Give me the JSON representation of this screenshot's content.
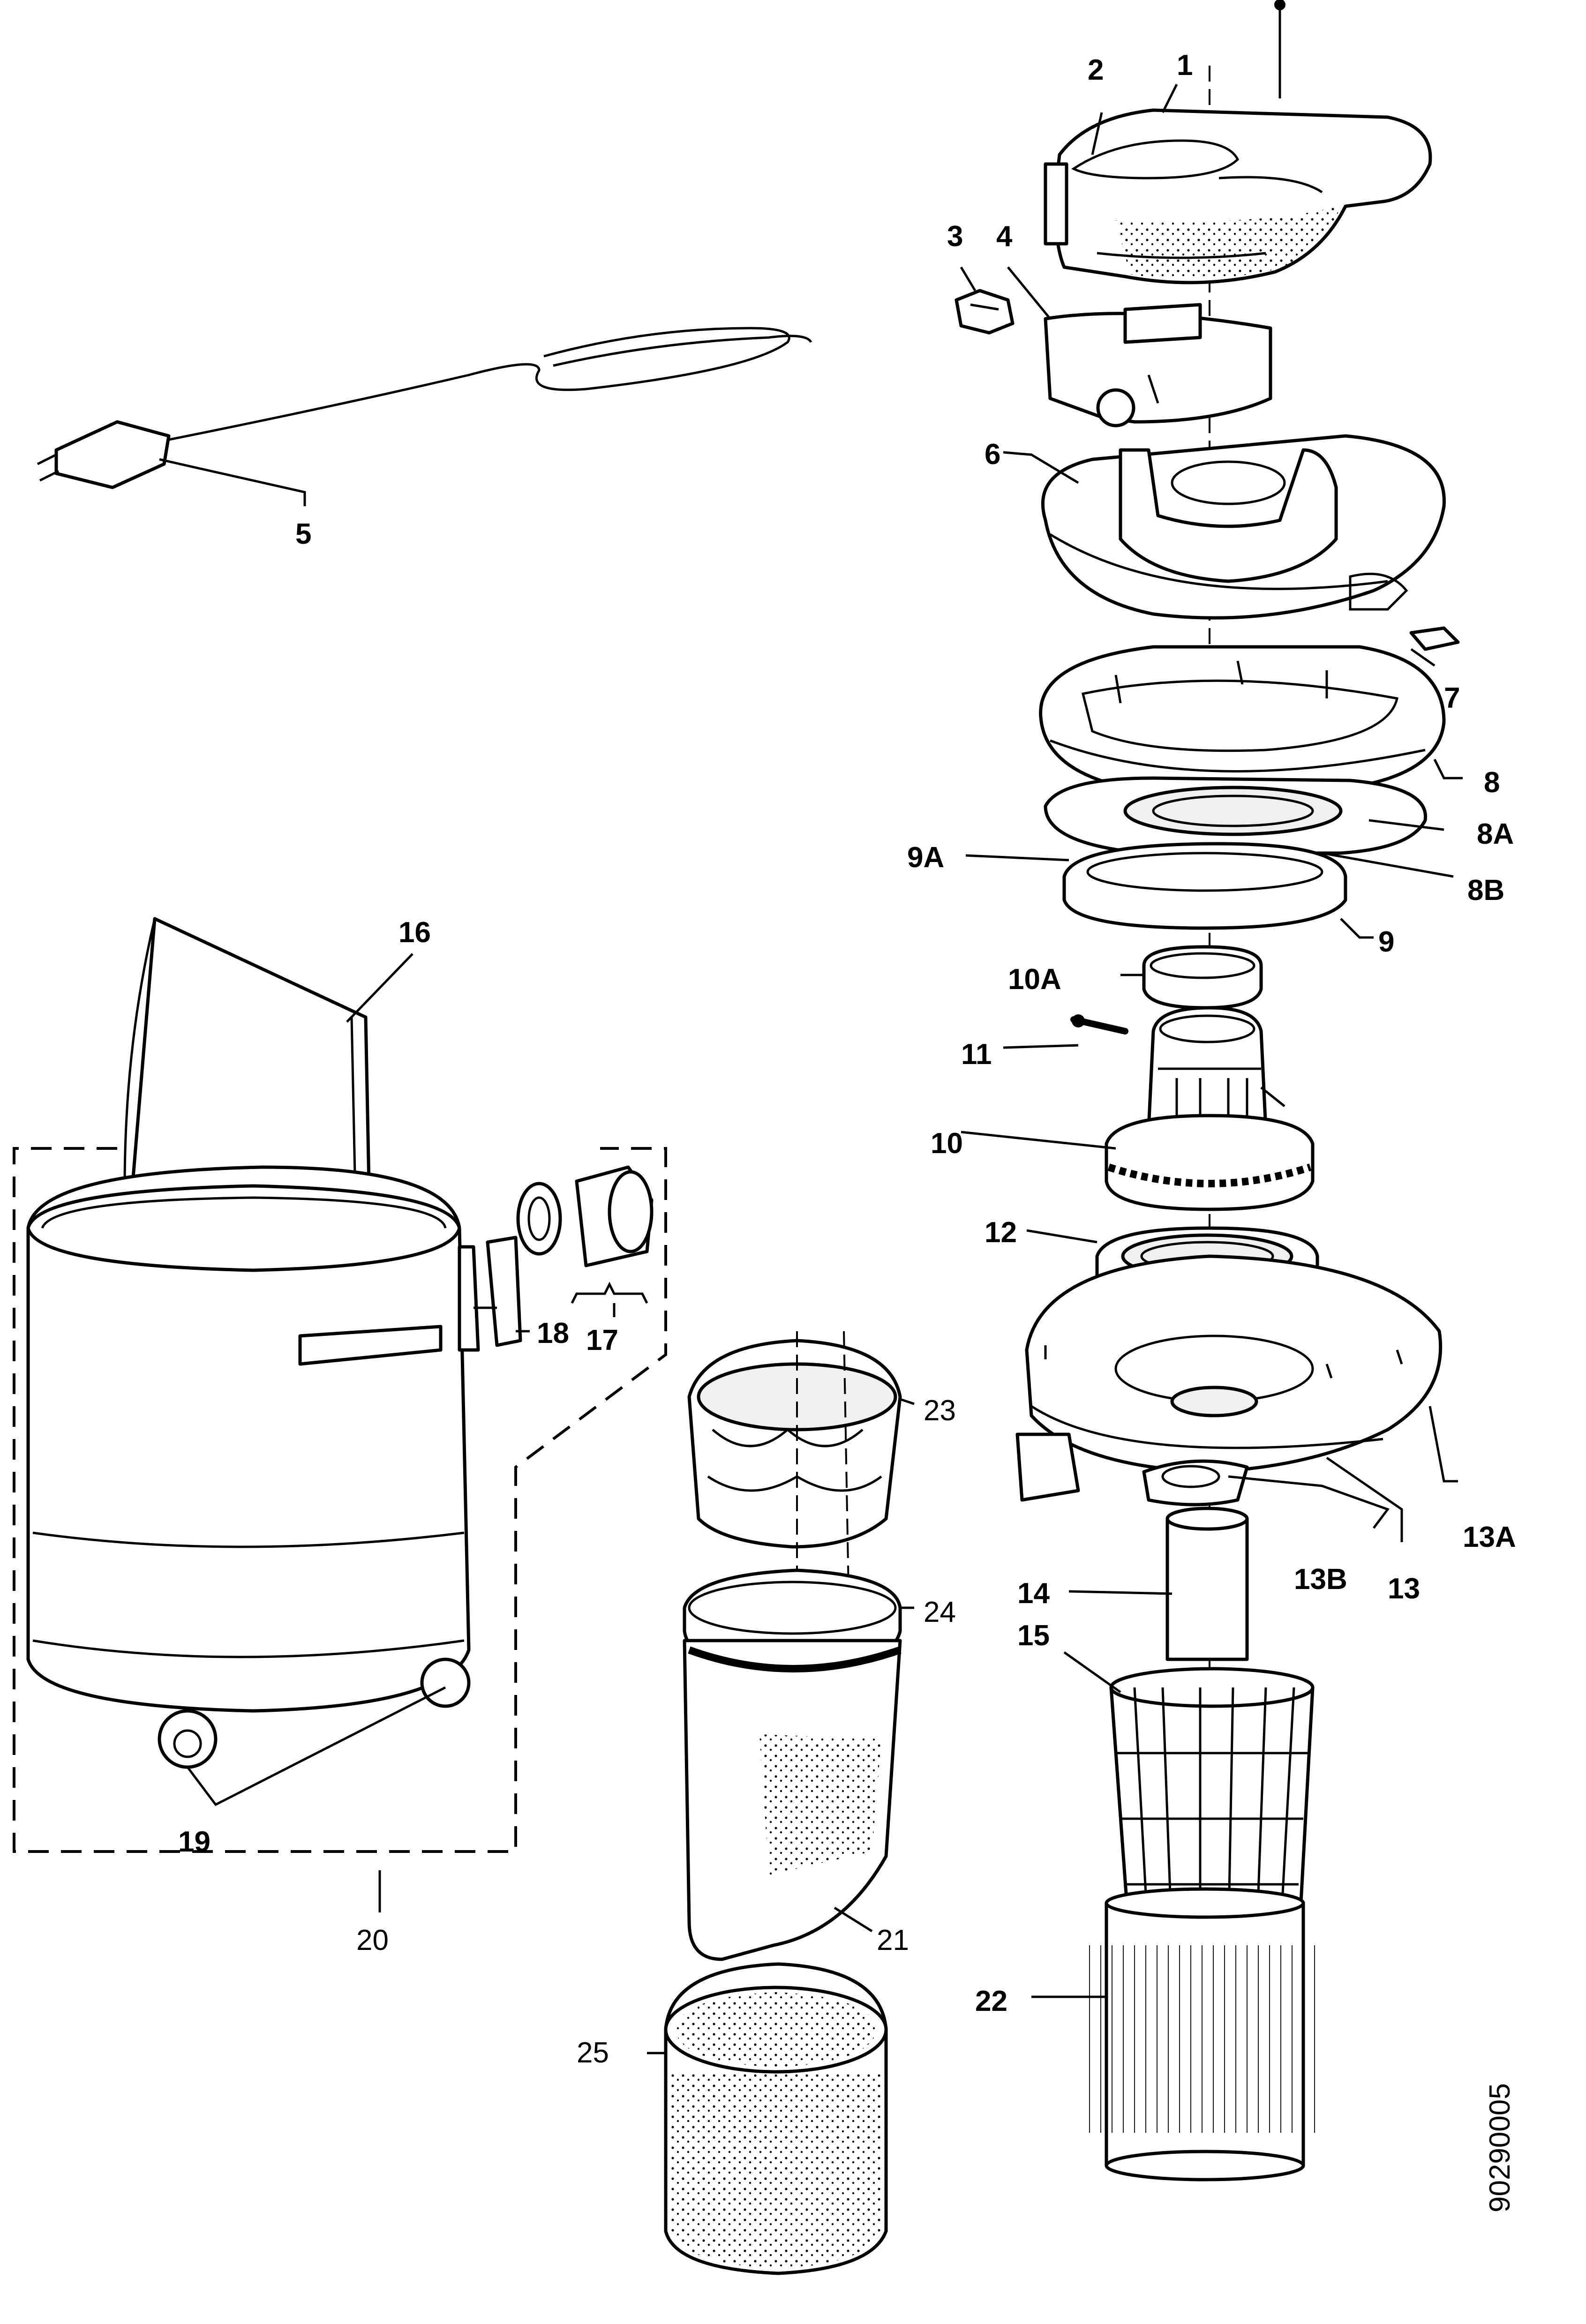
{
  "diagram": {
    "drawing_number": "90290005",
    "callouts": {
      "c1": "1",
      "c2": "2",
      "c3": "3",
      "c4": "4",
      "c5": "5",
      "c6": "6",
      "c7": "7",
      "c8": "8",
      "c8a": "8A",
      "c8b": "8B",
      "c9": "9",
      "c9a": "9A",
      "c10": "10",
      "c10a": "10A",
      "c11": "11",
      "c12": "12",
      "c13": "13",
      "c13a": "13A",
      "c13b": "13B",
      "c14": "14",
      "c15": "15",
      "c16": "16",
      "c17": "17",
      "c18": "18",
      "c19": "19",
      "c20": "20",
      "c21": "21",
      "c22": "22",
      "c23": "23",
      "c24": "24",
      "c25": "25"
    }
  }
}
